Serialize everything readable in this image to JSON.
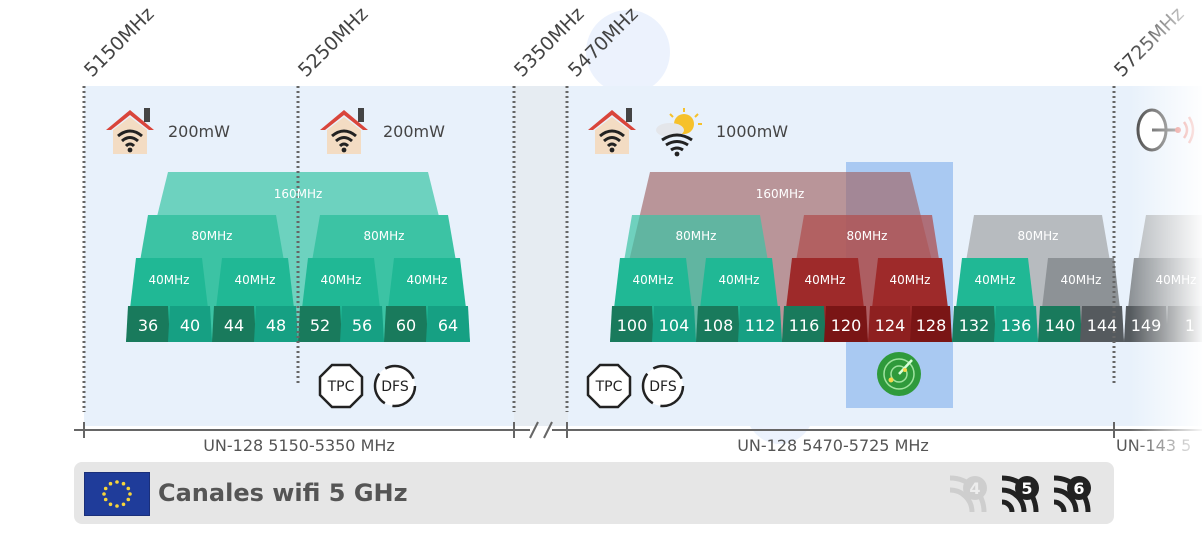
{
  "freq_markers": [
    "5150MHz",
    "5250MHz",
    "5350MHz",
    "5470MHz",
    "5725MHz"
  ],
  "power_labels": [
    "200mW",
    "200mW",
    "1000mW"
  ],
  "width_labels": {
    "w160": "160MHz",
    "w80": "80MHz",
    "w40": "40MHz"
  },
  "channels": [
    "36",
    "40",
    "44",
    "48",
    "52",
    "56",
    "60",
    "64",
    "100",
    "104",
    "108",
    "112",
    "116",
    "120",
    "124",
    "128",
    "132",
    "136",
    "140",
    "144",
    "149",
    "1"
  ],
  "badges": {
    "tpc": "TPC",
    "dfs": "DFS"
  },
  "bands": [
    "UN-128 5150-5350 MHz",
    "UN-128 5470-5725 MHz",
    "UN-143 5"
  ],
  "footer": {
    "title": "Canales wifi 5 GHz",
    "wifi_gens": [
      "4",
      "5",
      "6"
    ]
  },
  "colors": {
    "ch_dark": "#197a5c",
    "ch_mid": "#16a083",
    "w40": "#20b895",
    "w80": "#3cc3a4",
    "w160": "#6dd2bf",
    "radar_dark": "#7a1515",
    "radar_mid": "#8e2020",
    "radar_40": "#9e2a2a",
    "radar_80": "rgba(176,80,80,0.75)",
    "radar_160": "rgba(160,100,100,0.65)",
    "gray_ch": "#555a5e",
    "gray_40": "#8d9296",
    "gray_80": "#b7bbbf",
    "band_bg": "#e8f1fb",
    "radar_zone": "#a9c9f2",
    "house_roof": "#d9453b",
    "house_body": "#f3dcc3"
  }
}
